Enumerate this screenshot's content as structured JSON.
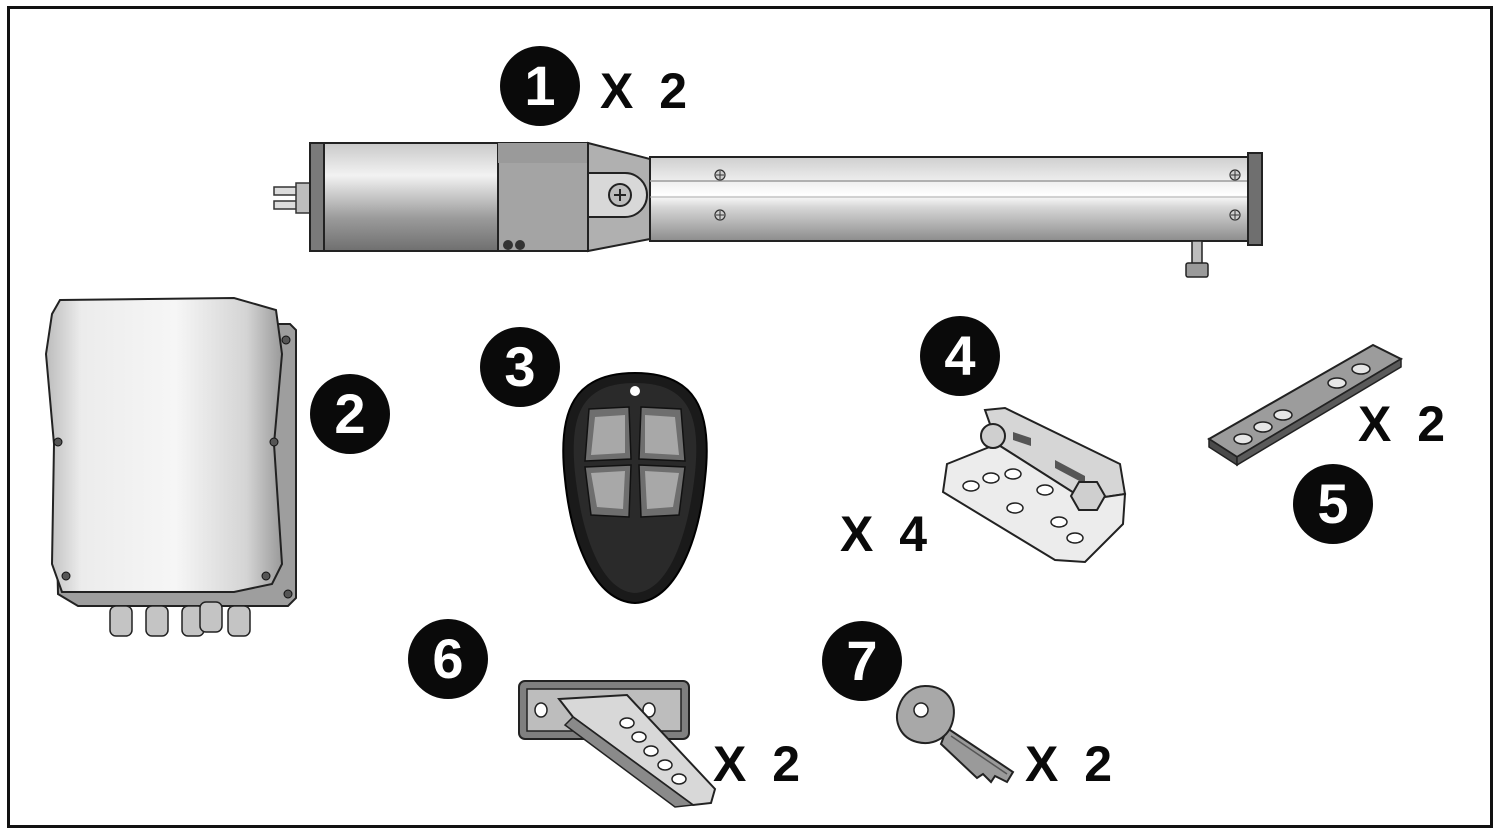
{
  "items": [
    {
      "number": "1",
      "quantity": "X 2",
      "part": "actuator"
    },
    {
      "number": "2",
      "quantity": "",
      "part": "control-box"
    },
    {
      "number": "3",
      "quantity": "",
      "part": "remote-control"
    },
    {
      "number": "4",
      "quantity": "X 4",
      "part": "angle-bracket"
    },
    {
      "number": "5",
      "quantity": "X 2",
      "part": "flat-bracket"
    },
    {
      "number": "6",
      "quantity": "X 2",
      "part": "gate-bracket"
    },
    {
      "number": "7",
      "quantity": "X 2",
      "part": "key"
    }
  ],
  "colors": {
    "badge": "#0a0a0a",
    "metal_light": "#e8e8e8",
    "metal_dark": "#8a8a8a",
    "remote_body": "#1a1a1a",
    "remote_buttons": "#9a9a9a"
  }
}
